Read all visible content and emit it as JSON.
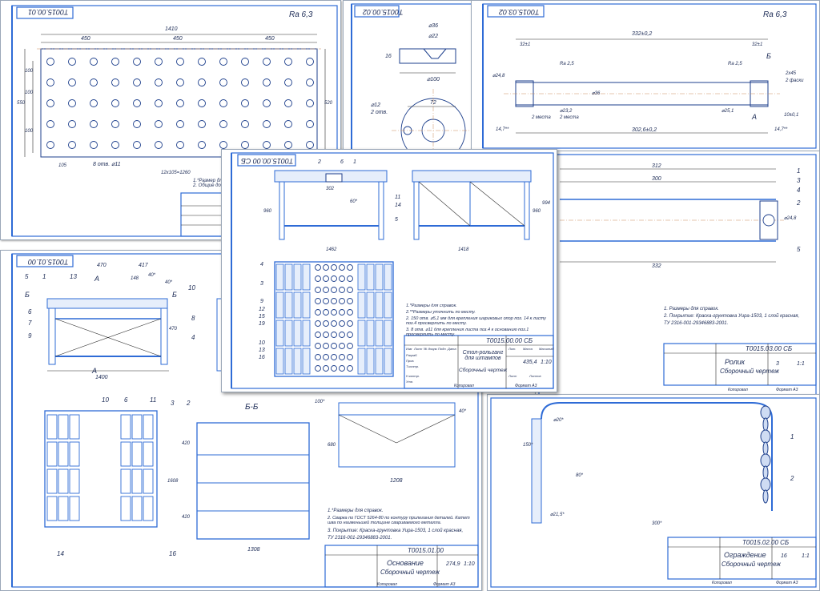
{
  "sheets": {
    "top_left": {
      "code": "T0015.00.01",
      "roughness": "Ra 6,3",
      "dims": {
        "overall": "1410",
        "left": "450",
        "mid": "450",
        "right": "450",
        "h100a": "100",
        "h100b": "100",
        "h100c": "100",
        "height": "550",
        "side": "520",
        "bottom_left": "105",
        "holes": "8 отв. ⌀11",
        "pitch": "12х105=1260"
      },
      "notes": "1.*Размер для справок.\n2. Общие допуски..."
    },
    "top_mid": {
      "code": "T0015.00.02",
      "dims": {
        "d36": "⌀36",
        "d22": "⌀22",
        "h": "16",
        "d100": "⌀100",
        "d72": "72",
        "d12": "⌀12",
        "holes": "2 отв."
      }
    },
    "top_right": {
      "code": "T0015.03.02",
      "roughness": "Ra 6,3",
      "dims": {
        "overall": "332±0,2",
        "l32a": "32±1",
        "l32b": "32±1",
        "ra25a": "Ra 2,5",
        "ra25b": "Ra 2,5",
        "d24": "⌀24,8",
        "d36": "⌀36",
        "inner": "⌀23,2",
        "inner2": "⌀25,1",
        "places": "2 места",
        "places2": "2 места",
        "chamfer": "2х45",
        "chamfer2": "2 фаски",
        "tol": "10±0,1",
        "length": "302,6±0,2",
        "edge_a": "14,7**",
        "edge_b": "14,7**",
        "B": "Б",
        "A": "А"
      }
    },
    "center": {
      "code": "T0015.00.00 СБ",
      "title": "Стол-рольганг для штампов",
      "subtitle": "Сборочный чертеж",
      "dims": {
        "h1": "960",
        "w1": "1462",
        "h2": "960",
        "h3": "994",
        "w2": "1418",
        "top": "302",
        "h4": "60*"
      },
      "callouts_top": [
        "2",
        "6",
        "1",
        "11",
        "14",
        "5"
      ],
      "callouts_left": [
        "4",
        "3",
        "9",
        "12",
        "15",
        "19",
        "10",
        "13",
        "16"
      ],
      "notes": [
        "1.*Размеры для справок.",
        "2.**Размеры уточнить по месту.",
        "2. 150 отв. ⌀5,1 мм для крепления шариковых опор поз. 14 к листу поз.4 просверлить по месту.",
        "3. 8 отв. ⌀11 для крепления листа поз.4 к основанию поз.1 просверлить по месту."
      ],
      "mass": "435,4",
      "scale": "1:10",
      "table_labels": [
        "Изм",
        "Лист",
        "№ докум.",
        "Подп.",
        "Дата",
        "Разраб.",
        "Пров.",
        "Т.контр.",
        "Н.контр.",
        "Утв.",
        "Лит.",
        "Масса",
        "Масштаб",
        "Лист",
        "Листов"
      ],
      "footer": [
        "Копировал",
        "Формат А3"
      ]
    },
    "right_mid": {
      "code": "T0015.03.00 СБ",
      "title": "Ролик",
      "subtitle": "Сборочный чертеж",
      "dims": {
        "l312": "312",
        "l300": "300",
        "l332": "332",
        "d": "⌀24,8"
      },
      "callouts": [
        "1",
        "3",
        "4",
        "2",
        "5"
      ],
      "notes": [
        "1. Размеры для справок.",
        "2. Покрытие: Краска-грунтовка Уира-1503, 1 слой красная,",
        "ТУ 2316-001-29346883-2001."
      ],
      "mass": "3",
      "scale": "1:1",
      "footer": [
        "Копировал",
        "Формат А3"
      ]
    },
    "bottom_left": {
      "code": "T0015.01.00",
      "title": "Основание",
      "subtitle": "Сборочный чертеж",
      "dims": {
        "w470": "470",
        "w417": "417",
        "w148": "148",
        "w40a": "40*",
        "w40b": "40*",
        "h470": "470",
        "w1400": "1400",
        "w1308": "1308",
        "w1208": "1208",
        "h420": "420",
        "h1608": "1608",
        "h420b": "420",
        "w100": "100*",
        "h680": "680",
        "h40": "40*",
        "sec": "Б-Б",
        "A": "А",
        "B": "Б"
      },
      "callouts": [
        "5",
        "1",
        "13",
        "6",
        "7",
        "9",
        "10",
        "8",
        "4",
        "10",
        "6",
        "11",
        "3",
        "2",
        "14",
        "16"
      ],
      "notes": [
        "1.*Размеры для справок.",
        "2. Сварка по ГОСТ 5264-80 по контуру прилегания деталей. Катет шва по наименьшей толщине свариваемого металла.",
        "3. Покрытие: Краска-грунтовка Уира-1503, 1 слой красная,",
        "ТУ 2316-001-29346883-2001."
      ],
      "mass": "274,9",
      "scale": "1:10",
      "footer": [
        "Копировал",
        "Формат А3"
      ]
    },
    "bottom_right": {
      "code": "T0015.02.00 СБ",
      "title": "Ограждение",
      "subtitle": "Сборочный чертеж",
      "dims": {
        "d20": "⌀20*",
        "h150": "150*",
        "h80": "80*",
        "d21": "⌀21,5*",
        "w300": "300*"
      },
      "callouts": [
        "1",
        "2"
      ],
      "mass": "16",
      "scale": "1:1",
      "footer": [
        "Копировал",
        "Формат А3"
      ]
    }
  }
}
